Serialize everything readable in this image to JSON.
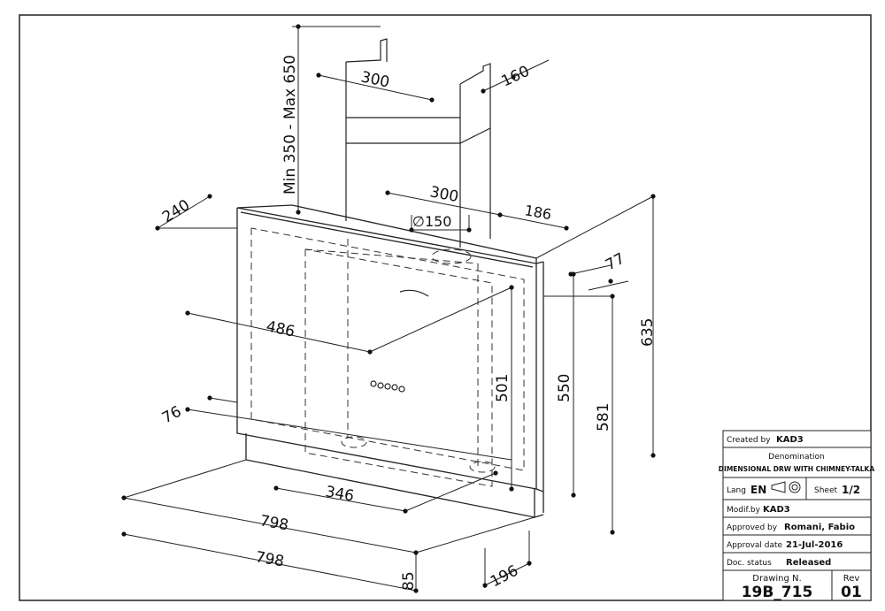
{
  "drawing": {
    "chimney": {
      "height_range": "Min 350 - Max 650",
      "width": "300",
      "depth": "160"
    },
    "hood": {
      "top_width": "300",
      "outlet_diameter": "∅150",
      "outlet_offset": "186",
      "side_top": "240",
      "offset_77": "77",
      "depth_486": "486",
      "height_501": "501",
      "height_550": "550",
      "height_581": "581",
      "height_635": "635",
      "offset_76": "76",
      "bottom_346": "346",
      "width_798_a": "798",
      "width_798_b": "798",
      "height_85": "85",
      "depth_196": "196"
    }
  },
  "title_block": {
    "created_by_label": "Created by",
    "created_by": "KAD3",
    "denomination_label": "Denomination",
    "denomination": "DIMENSIONAL DRW WITH CHIMNEY-TALKA",
    "lang_label": "Lang",
    "lang": "EN",
    "sheet_label": "Sheet",
    "sheet": "1/2",
    "modif_label": "Modif.by",
    "modif_by": "KAD3",
    "approved_label": "Approved by",
    "approved_by": "Romani, Fabio",
    "approval_date_label": "Approval date",
    "approval_date": "21-Jul-2016",
    "status_label": "Doc. status",
    "status": "Released",
    "drawing_no_label": "Drawing N.",
    "drawing_no": "19B_715",
    "rev_label": "Rev",
    "rev": "01"
  }
}
